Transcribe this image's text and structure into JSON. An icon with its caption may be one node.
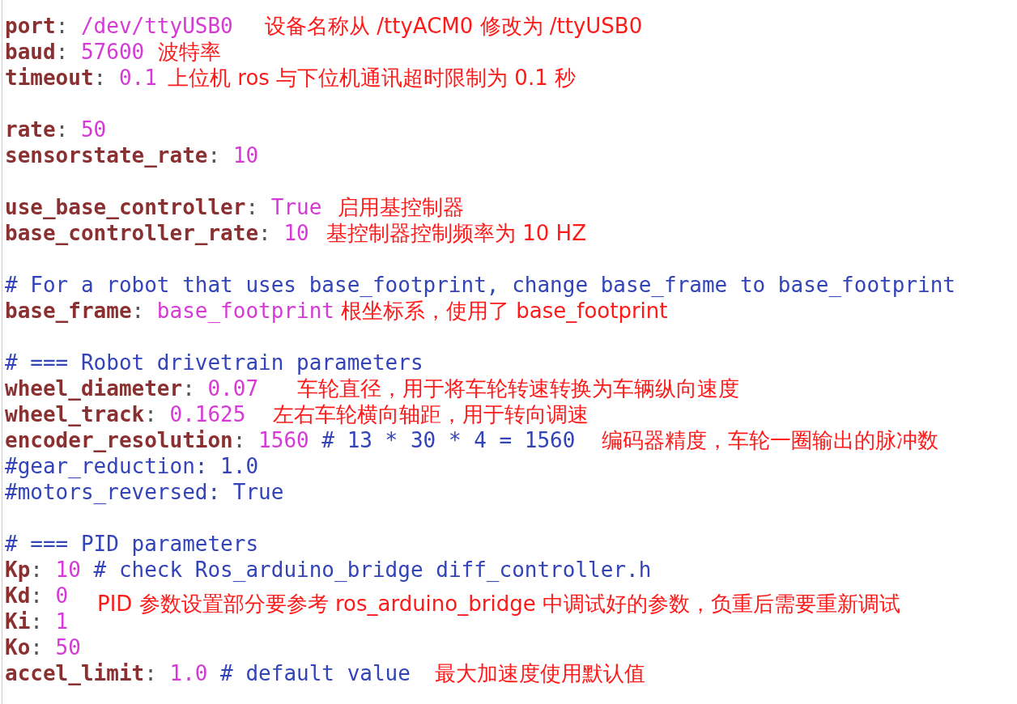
{
  "diagram": {
    "labels": [
      "port: /dev/ttyUSB0",
      "设备名称从 /ttyACM0 修改为 /ttyUSB0",
      "baud: 57600",
      "波特率",
      "timeout: 0.1",
      "上位机 ros 与下位机通讯超时限制为 0.1 秒",
      "rate: 50",
      "sensorstate_rate: 10",
      "use_base_controller: True",
      "启用基控制器",
      "base_controller_rate: 10",
      "基控制器控制频率为 10 HZ",
      "# For a robot that uses base_footprint, change base_frame to base_footprint",
      "base_frame: base_footprint",
      "根坐标系，使用了 base_footprint",
      "# === Robot drivetrain parameters",
      "wheel_diameter: 0.07",
      "车轮直径，用于将车轮转速转换为车辆纵向速度",
      "wheel_track: 0.1625",
      "左右车轮横向轴距，用于转向调速",
      "encoder_resolution: 1560 # 13 * 30 * 4 = 1560",
      "编码器精度，车轮一圈输出的脉冲数",
      "#gear_reduction: 1.0",
      "#motors_reversed: True",
      "# === PID parameters",
      "Kp: 10 # check Ros_arduino_bridge diff_controller.h",
      "Kd: 0",
      "PID 参数设置部分要参考 ros_arduino_bridge 中调试好的参数，负重后需要重新调试",
      "Ki: 1",
      "Ko: 50",
      "accel_limit: 1.0 # default value",
      "最大加速度使用默认值"
    ]
  }
}
